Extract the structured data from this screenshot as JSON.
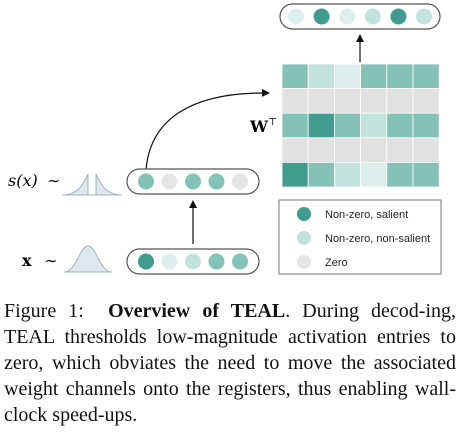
{
  "figure": {
    "weight_label": "W",
    "weight_sup": "⊤",
    "s_label": "s(x)",
    "x_label": "x",
    "tilde": "∼",
    "colors": {
      "salient": "#3f9c8e",
      "mid": "#84c2b8",
      "light": "#c2e2de",
      "faint": "#dcefec",
      "zero": "#e5e5e5",
      "row_zero": "#e1e1e1"
    },
    "output_vector": [
      "faint",
      "salient",
      "faint",
      "light",
      "salient",
      "light"
    ],
    "sparse_vector": [
      "mid",
      "zero",
      "mid",
      "mid",
      "zero"
    ],
    "input_vector": [
      "salient",
      "faint",
      "light",
      "mid",
      "mid"
    ],
    "matrix": [
      [
        "mid",
        "light",
        "faint",
        "mid",
        "mid",
        "mid"
      ],
      [
        "row_zero",
        "row_zero",
        "row_zero",
        "row_zero",
        "row_zero",
        "row_zero"
      ],
      [
        "mid",
        "salient",
        "mid",
        "light",
        "mid",
        "mid"
      ],
      [
        "row_zero",
        "row_zero",
        "row_zero",
        "row_zero",
        "row_zero",
        "row_zero"
      ],
      [
        "salient",
        "mid",
        "light",
        "faint",
        "mid",
        "mid"
      ]
    ]
  },
  "legend": {
    "items": [
      {
        "label": "Non-zero, salient",
        "color": "#3f9c8e"
      },
      {
        "label": "Non-zero, non-salient",
        "color": "#c2e2de"
      },
      {
        "label": "Zero",
        "color": "#e5e5e5"
      }
    ]
  },
  "caption": {
    "lead": "Figure 1:",
    "bold": "Overview of TEAL",
    "body": ". During decod-ing, TEAL thresholds low-magnitude activation entries to zero, which obviates the need to move the associated weight channels onto the registers, thus enabling wall-clock speed-ups."
  }
}
